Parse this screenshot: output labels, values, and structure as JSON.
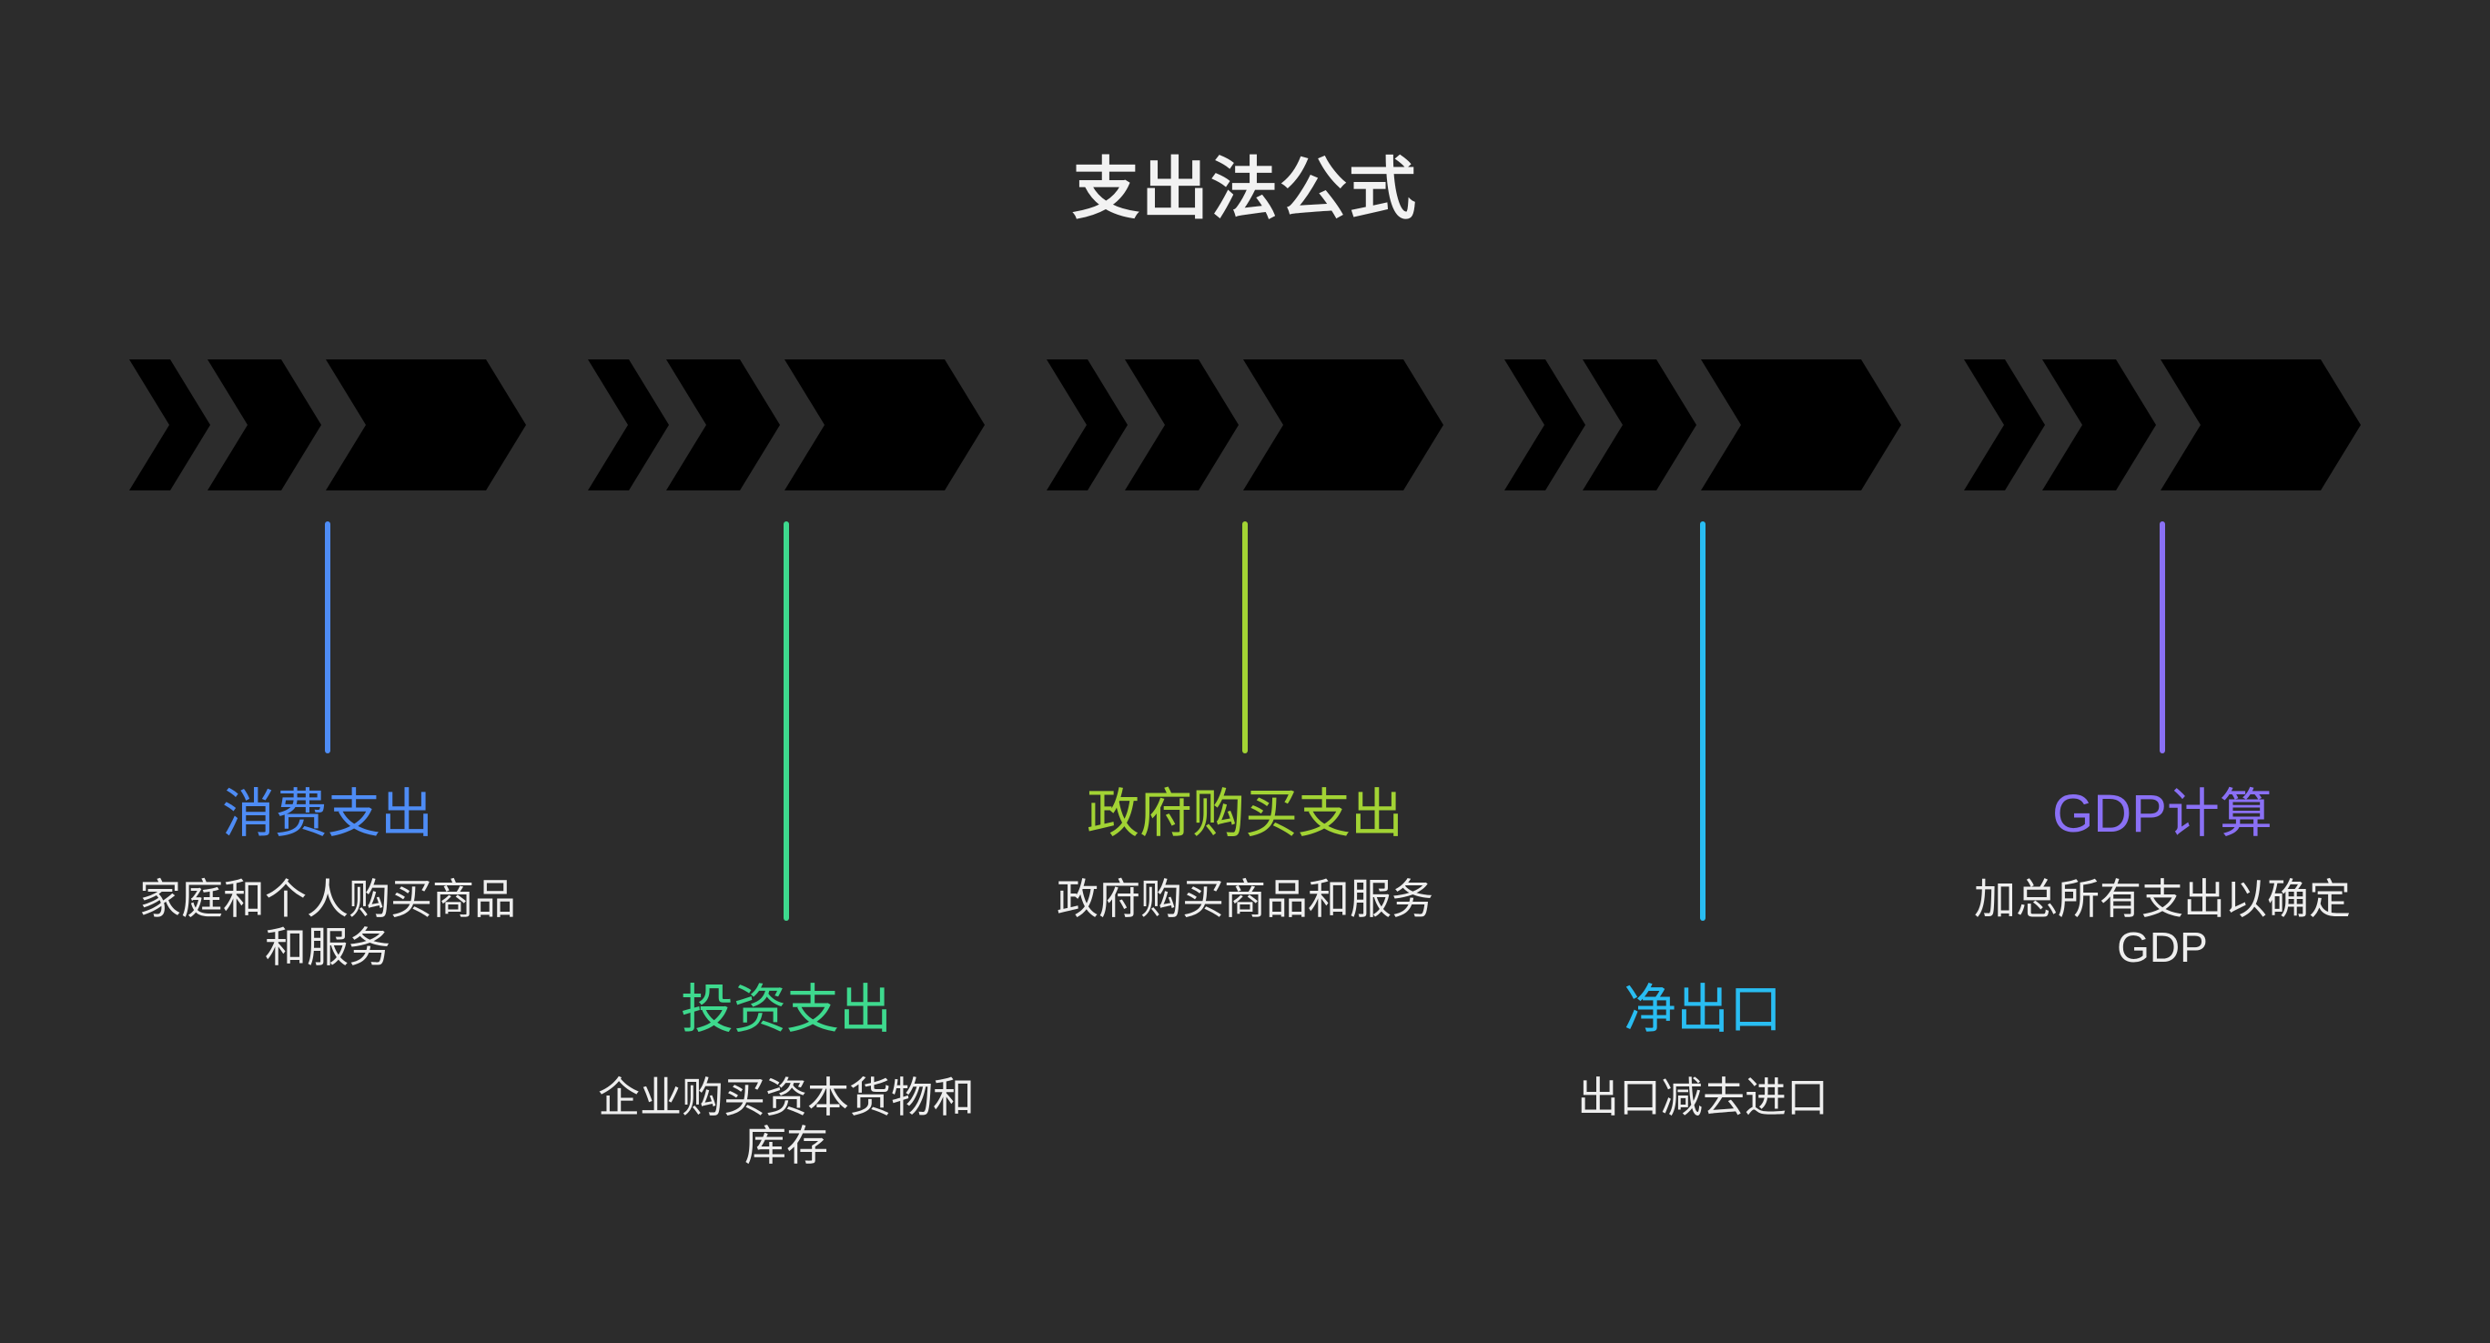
{
  "page": {
    "title": "支出法公式",
    "background": "#2c2c2c",
    "title_color": "#f2f2f2",
    "text_color": "#eeeeee"
  },
  "items": [
    {
      "title": "消费支出",
      "description": "家庭和个人购买商品和服务",
      "color": "#4e8cf5",
      "fill": "#3f4c66"
    },
    {
      "title": "投资支出",
      "description": "企业购买资本货物和库存",
      "color": "#3ed98e",
      "fill": "#3b544a"
    },
    {
      "title": "政府购买支出",
      "description": "政府购买商品和服务",
      "color": "#a2d334",
      "fill": "#4b5238"
    },
    {
      "title": "净出口",
      "description": "出口减去进口",
      "color": "#29bdf2",
      "fill": "#37505d"
    },
    {
      "title": "GDP计算",
      "description": "加总所有支出以确定GDP",
      "color": "#8a70f5",
      "fill": "#4b446e"
    }
  ]
}
